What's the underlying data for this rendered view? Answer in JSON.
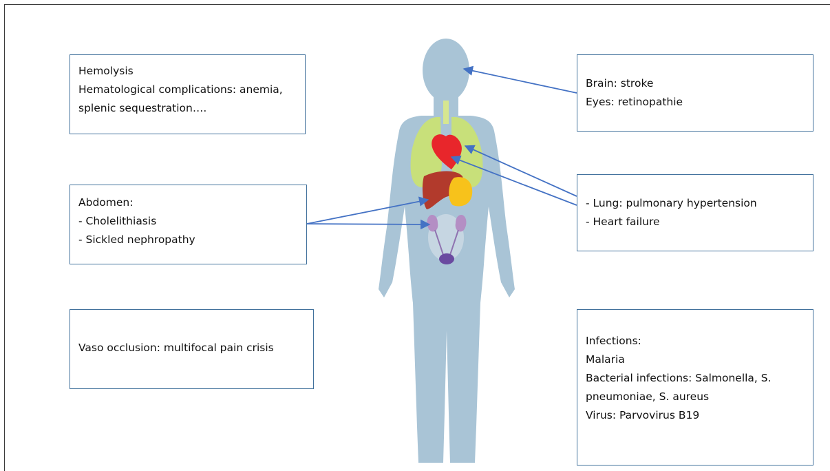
{
  "boxes": {
    "hemolysis": {
      "lines": [
        "Hemolysis",
        "Hematological complications: anemia,",
        "splenic sequestration…."
      ]
    },
    "abdomen": {
      "lines": [
        "Abdomen:",
        "- Cholelithiasis",
        "-  Sickled nephropathy"
      ]
    },
    "vaso": {
      "lines": [
        "Vaso occlusion: multifocal pain crisis"
      ]
    },
    "brain": {
      "lines": [
        "Brain: stroke",
        "Eyes: retinopathie"
      ]
    },
    "lung": {
      "lines": [
        "- Lung: pulmonary hypertension",
        "- Heart failure"
      ]
    },
    "infections": {
      "lines": [
        "Infections:",
        "Malaria",
        "Bacterial infections: Salmonella, S.",
        "pneumoniae, S. aureus",
        "Virus: Parvovirus B19"
      ]
    }
  },
  "colors": {
    "box_border": "#41719c",
    "arrow": "#4472c4",
    "body_silhouette": "#a9c4d6",
    "lungs": "#c8e07a",
    "heart": "#e8262b",
    "liver": "#b23a2c",
    "stomach": "#f7c21b",
    "kidneys": "#b48ec4",
    "bladder": "#6a4aa0"
  }
}
